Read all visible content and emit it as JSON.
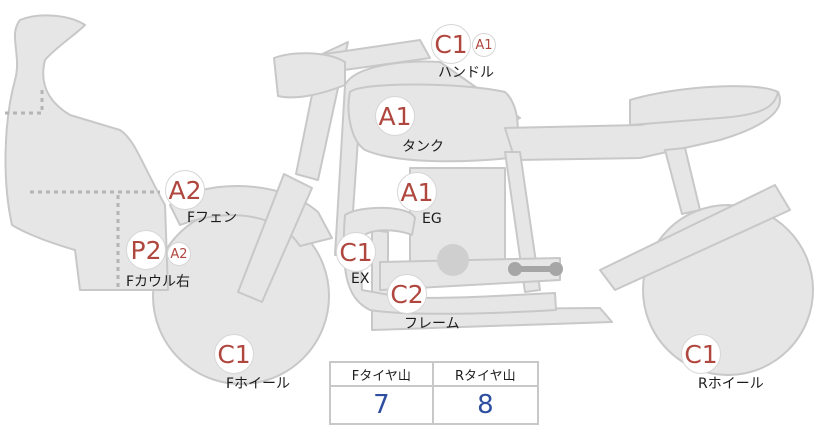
{
  "parts": {
    "handle": {
      "grade": "C1",
      "sub_grade": "A1",
      "label": "ハンドル"
    },
    "tank": {
      "grade": "A1",
      "label": "タンク"
    },
    "engine": {
      "grade": "A1",
      "label": "EG"
    },
    "front_fender": {
      "grade": "A2",
      "label": "Fフェン"
    },
    "front_cowl_right": {
      "grade": "P2",
      "sub_grade": "A2",
      "label": "Fカウル右"
    },
    "exhaust": {
      "grade": "C1",
      "label": "EX"
    },
    "frame": {
      "grade": "C2",
      "label": "フレーム"
    },
    "front_wheel": {
      "grade": "C1",
      "label": "Fホイール"
    },
    "rear_wheel": {
      "grade": "C1",
      "label": "Rホイール"
    }
  },
  "tire_tread": {
    "front_header": "Fタイヤ山",
    "rear_header": "Rタイヤ山",
    "front_value": "7",
    "rear_value": "8"
  },
  "colors": {
    "body_fill": "#e6e6e6",
    "body_outline": "#c8c8c8",
    "grade_text": "#b0473f",
    "tread_value": "#2e4fa0"
  }
}
